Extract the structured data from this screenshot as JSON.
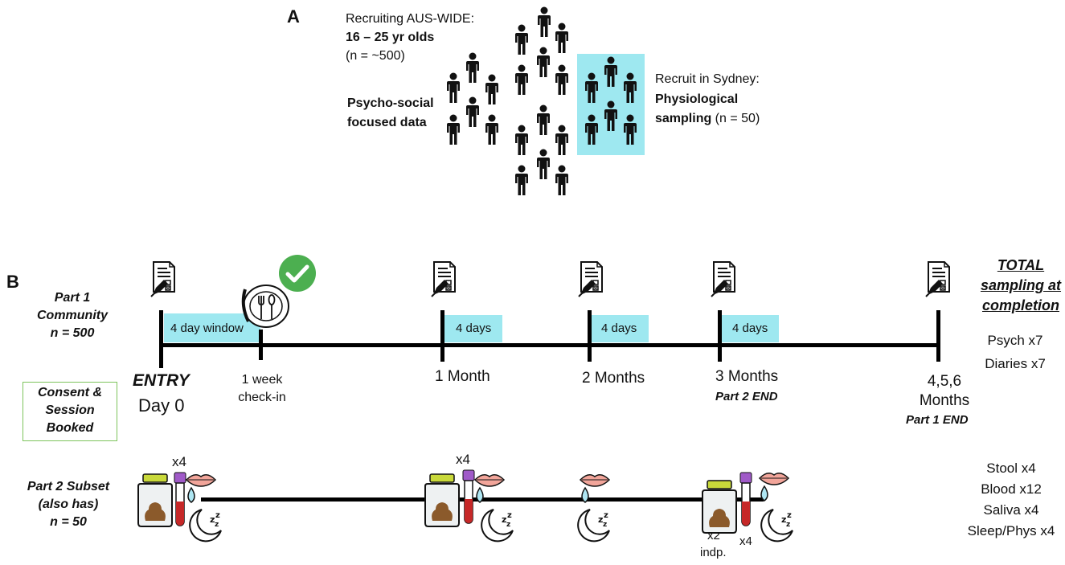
{
  "panel_a": {
    "label": "A",
    "recruit_line1": "Recruiting AUS-WIDE:",
    "recruit_line2": "16 – 25 yr olds",
    "recruit_line3": "(n = ~500)",
    "psycho_line1": "Psycho-social",
    "psycho_line2": "focused data",
    "sydney_line1": "Recruit in Sydney:",
    "sydney_line2": "Physiological",
    "sydney_line3_bold": "sampling",
    "sydney_line3_rest": " (n = 50)",
    "highlight_color": "#9ee8f0"
  },
  "panel_b": {
    "label": "B",
    "part1": {
      "line1": "Part 1",
      "line2": "Community",
      "line3": "n = 500"
    },
    "consent": {
      "line1": "Consent &",
      "line2": "Session",
      "line3": "Booked",
      "border_color": "#7dc45c"
    },
    "part2": {
      "line1": "Part 2 Subset",
      "line2": "(also has)",
      "line3": "n = 50"
    },
    "windows": [
      "4 day window",
      "4 days",
      "4 days",
      "4 days"
    ],
    "milestones": {
      "entry": "ENTRY",
      "day0": "Day 0",
      "week_line1": "1 week",
      "week_line2": "check-in",
      "month1": "1 Month",
      "month2": "2 Months",
      "month3": "3 Months",
      "part2_end": "Part 2 END",
      "month456_line1": "4,5,6",
      "month456_line2": "Months",
      "part1_end": "Part 1 END"
    },
    "totals": {
      "title_line1": "TOTAL",
      "title_line2": "sampling at",
      "title_line3": "completion",
      "psych": "Psych x7",
      "diaries": "Diaries x7",
      "stool": "Stool x4",
      "blood": "Blood x12",
      "saliva": "Saliva x4",
      "sleep": "Sleep/Phys x4"
    },
    "multipliers": {
      "x4_a": "x4",
      "x4_b": "x4",
      "x2": "x2",
      "indp": "indp.",
      "x4_c": "x4"
    },
    "icons": [
      "questionnaire-icon",
      "phone-food-icon",
      "checkmark-icon",
      "stool-jar-icon",
      "blood-tube-icon",
      "saliva-drop-icon",
      "sleep-moon-icon",
      "person-icon"
    ]
  }
}
